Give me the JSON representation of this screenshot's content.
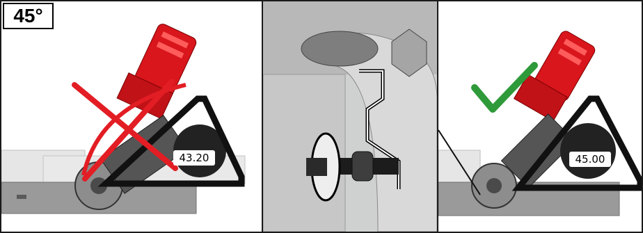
{
  "panel_left": {
    "angle_label": "45°",
    "readout": "43.20",
    "mark": "incorrect"
  },
  "panel_middle": {
    "mark": "adjust-bolt"
  },
  "panel_right": {
    "readout": "45.00",
    "mark": "correct"
  },
  "colors": {
    "tool_red": "#d8161c",
    "cross_red": "#e31d24",
    "check_green": "#2f9a3a",
    "outline": "#1a1a1a"
  },
  "icons": [
    "angle-gauge-icon",
    "rotate-arrow-icon",
    "cross-mark-icon",
    "check-mark-icon"
  ]
}
